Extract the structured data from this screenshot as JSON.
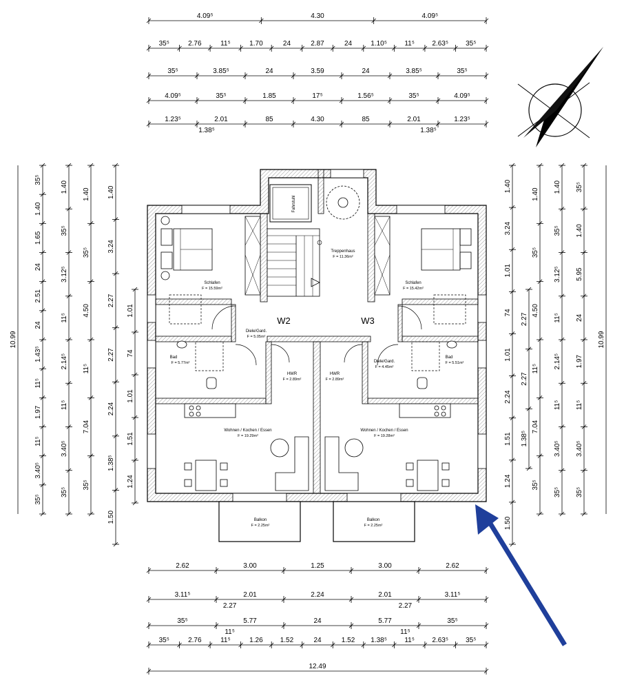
{
  "top_dims": {
    "row1": {
      "segments": [
        "4.09⁵",
        "4.30",
        "4.09⁵"
      ]
    },
    "row2": {
      "segments": [
        "35⁵",
        "2.76",
        "11⁵",
        "1.70",
        "24",
        "2.87",
        "24",
        "1.10⁵",
        "11⁵",
        "2.63⁵",
        "35⁵"
      ]
    },
    "row3": {
      "segments": [
        "35⁵",
        "3.85⁵",
        "24",
        "3.59",
        "24",
        "3.85⁵",
        "35⁵"
      ]
    },
    "row4": {
      "segments": [
        "4.09⁵",
        "35⁵",
        "1.85",
        "17⁵",
        "1.56⁵",
        "35⁵",
        "4.09⁵"
      ]
    },
    "row5": {
      "segments": [
        "1.23⁵",
        "2.01",
        "85",
        "4.30",
        "85",
        "2.01",
        "1.23⁵"
      ],
      "sub": [
        "1.38⁵",
        "1.38⁵"
      ]
    }
  },
  "bottom_dims": {
    "row1": {
      "segments": [
        "2.62",
        "3.00",
        "1.25",
        "3.00",
        "2.62"
      ]
    },
    "row2": {
      "segments": [
        "3.11⁵",
        "2.01",
        "2.24",
        "2.01",
        "3.11⁵"
      ],
      "sub": [
        "2.27",
        "2.27"
      ]
    },
    "row3": {
      "segments": [
        "35⁵",
        "5.77",
        "24",
        "5.77",
        "35⁵"
      ],
      "sub": [
        "11⁵",
        "11⁵"
      ]
    },
    "row4": {
      "segments": [
        "35⁵",
        "2.76",
        "11⁵",
        "1.26",
        "1.52",
        "24",
        "1.52",
        "1.38⁵",
        "11⁵",
        "2.63⁵",
        "35⁵"
      ]
    },
    "row5": {
      "segments": [
        "12.49"
      ]
    }
  },
  "left_dims": {
    "col1": [
      "35⁵",
      "1.40",
      "1.65",
      "24",
      "2.51",
      "24",
      "1.43⁵",
      "11⁵",
      "1.97",
      "11⁵",
      "3.40⁵",
      "35⁵"
    ],
    "col1_total": "10.99",
    "col2": [
      "1.40",
      "35⁵",
      "3.12⁵",
      "11⁵",
      "2.14⁵",
      "11⁵",
      "3.40⁵",
      "35⁵"
    ],
    "col3": [
      "1.40",
      "35⁵",
      "4.50",
      "11⁵",
      "7.04",
      "35⁵"
    ],
    "col4": [
      "1.40",
      "3.24",
      "2.27",
      "2.27",
      "2.24",
      "1.38⁵",
      "1.50"
    ],
    "col5": [
      "1.01",
      "74",
      "1.01",
      "1.51",
      "1.24"
    ]
  },
  "right_dims": {
    "col1": [
      "1.40",
      "3.24",
      "1.01",
      "74",
      "1.01",
      "2.24",
      "1.51",
      "1.24",
      "1.50"
    ],
    "col2": [
      "2.27",
      "2.27",
      "1.38⁵"
    ],
    "col3": [
      "1.40",
      "35⁵",
      "4.50",
      "11⁵",
      "7.04",
      "35⁵"
    ],
    "col4": [
      "1.40",
      "35⁵",
      "3.12⁵",
      "11⁵",
      "2.14⁵",
      "11⁵",
      "3.40⁵",
      "35⁵"
    ],
    "col5": [
      "35⁵",
      "1.40",
      "5.95",
      "24",
      "1.97",
      "11⁵",
      "3.40⁵",
      "35⁵"
    ],
    "col5_total": "10.99"
  },
  "units": {
    "w2": {
      "label": "W2"
    },
    "w3": {
      "label": "W3"
    }
  },
  "rooms": {
    "fahrstuhl": {
      "name": "Fahrstuhl"
    },
    "treppenhaus": {
      "name": "Treppenhaus",
      "area": "F = 11.36m²"
    },
    "schlafen_l": {
      "name": "Schlafen",
      "area": "F = 15.59m²"
    },
    "schlafen_r": {
      "name": "Schlafen",
      "area": "F = 15.42m²"
    },
    "diele_l": {
      "name": "Diele/Gard.",
      "area": "F = 5.05m²"
    },
    "diele_r": {
      "name": "Diele/Gard.",
      "area": "F = 4.45m²"
    },
    "bad_l": {
      "name": "Bad",
      "area": "F = 5.77m²"
    },
    "bad_r": {
      "name": "Bad",
      "area": "F = 5.51m²"
    },
    "hwr_l": {
      "name": "HWR",
      "area": "F = 2.89m²"
    },
    "hwr_r": {
      "name": "HWR",
      "area": "F = 2.89m²"
    },
    "wohnen_l": {
      "name": "Wohnen / Kochen / Essen",
      "area": "F = 19.29m²"
    },
    "wohnen_r": {
      "name": "Wohnen / Kochen / Essen",
      "area": "F = 19.28m²"
    },
    "balkon_l": {
      "name": "Balkon",
      "area": "F = 2.25m²"
    },
    "balkon_r": {
      "name": "Balkon",
      "area": "F = 2.25m²"
    }
  },
  "symbols": {
    "north_arrow": "north-arrow-icon",
    "direction_arrow": "direction-arrow-icon",
    "direction_arrow_color": "#1f3f9b"
  }
}
